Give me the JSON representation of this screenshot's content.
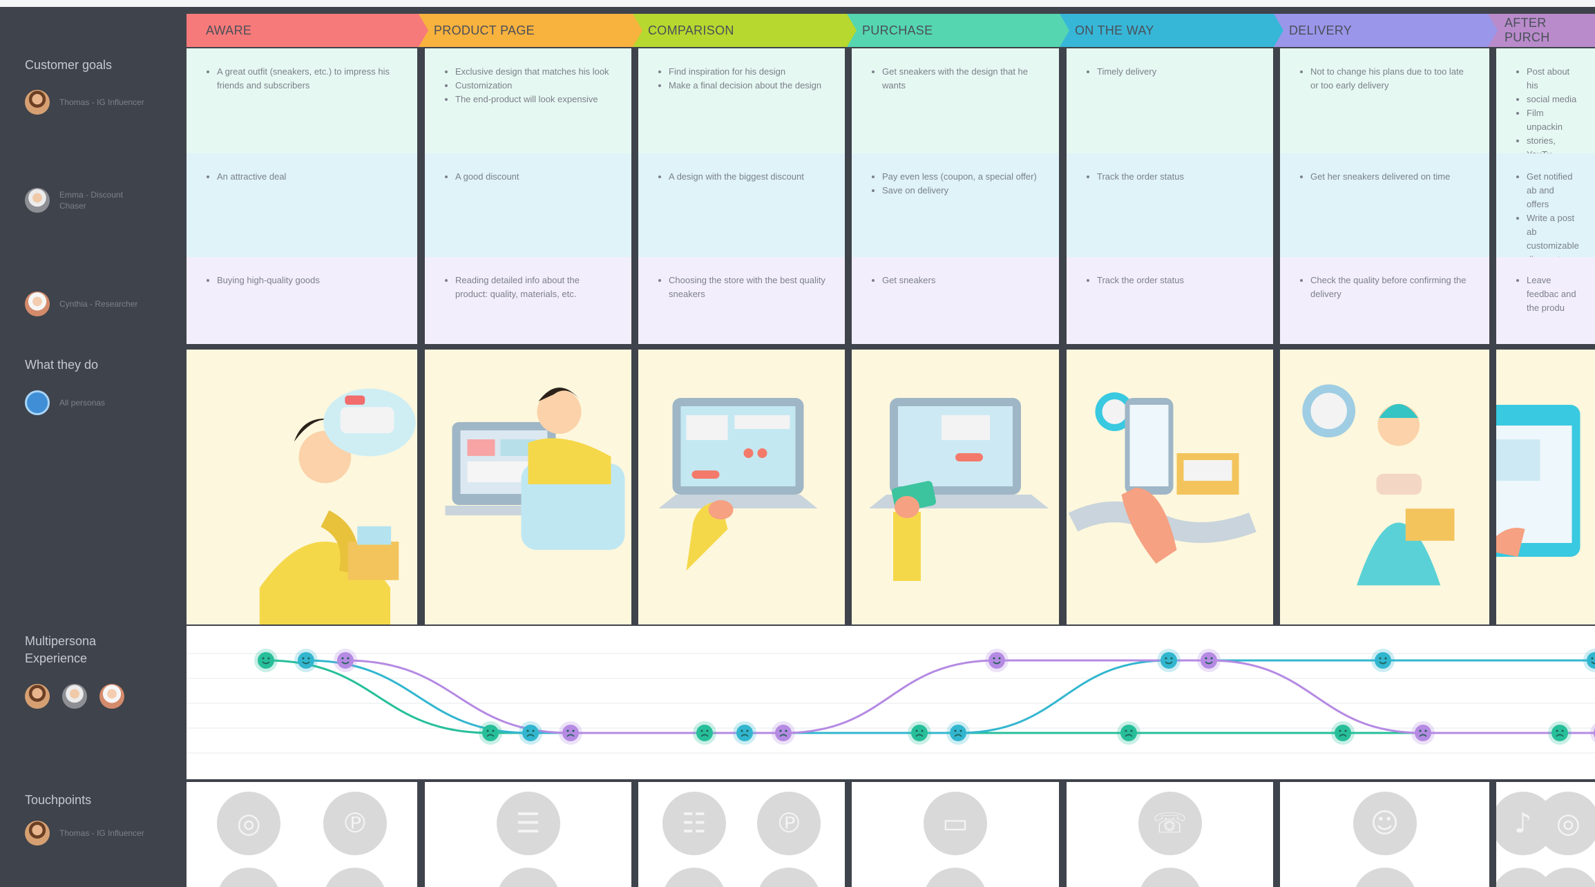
{
  "stages": [
    {
      "label": "AWARE",
      "color": "#f77a7a"
    },
    {
      "label": "PRODUCT PAGE",
      "color": "#f8b23e"
    },
    {
      "label": "COMPARISON",
      "color": "#b7d82e"
    },
    {
      "label": "PURCHASE",
      "color": "#55d6b0"
    },
    {
      "label": "ON THE WAY",
      "color": "#37b7d8"
    },
    {
      "label": "DELIVERY",
      "color": "#9a96ea"
    },
    {
      "label": "AFTER PURCH",
      "color": "#b98bcb"
    }
  ],
  "sidebar": {
    "customer_goals": "Customer goals",
    "what_they_do": "What they do",
    "multipersona": "Multipersona Experience",
    "touchpoints": "Touchpoints",
    "personas": [
      {
        "name": "Thomas - IG Influencer"
      },
      {
        "name": "Emma - Discount Chaser"
      },
      {
        "name": "Cynthia - Researcher"
      },
      {
        "name": "All personas"
      }
    ],
    "touchpoint_persona": "Thomas - IG Influencer"
  },
  "rows": {
    "thomas": [
      [
        "A great outfit (sneakers, etc.) to impress his friends and subscribers"
      ],
      [
        "Exclusive design that matches his look",
        "Customization",
        "The end-product will look expensive"
      ],
      [
        "Find inspiration for his design",
        "Make a final decision about the design"
      ],
      [
        "Get sneakers with the design that he wants"
      ],
      [
        "Timely delivery"
      ],
      [
        "Not to change his plans due to too late or too early delivery"
      ],
      [
        "Post about his",
        "social media",
        "Film unpackin",
        "stories, YouTu"
      ]
    ],
    "emma": [
      [
        "An attractive deal"
      ],
      [
        "A good discount"
      ],
      [
        "A design with the biggest discount"
      ],
      [
        "Pay even less (coupon, a special offer)",
        "Save on delivery"
      ],
      [
        "Track the order status"
      ],
      [
        "Get her sneakers delivered on time"
      ],
      [
        "Get notified ab and offers",
        "Write a post ab customizable discount"
      ]
    ],
    "cynthia": [
      [
        "Buying high-quality goods"
      ],
      [
        "Reading detailed info about the product: quality, materials, etc."
      ],
      [
        "Choosing the store with the best quality sneakers"
      ],
      [
        "Get sneakers"
      ],
      [
        "Track the order status"
      ],
      [
        "Check the quality before confirming the delivery"
      ],
      [
        "Leave feedbac and the produ"
      ]
    ]
  },
  "chart_data": {
    "type": "line",
    "title": "",
    "categories": [
      "AWARE",
      "PRODUCT PAGE",
      "COMPARISON",
      "PURCHASE",
      "ON THE WAY",
      "DELIVERY",
      "AFTER PURCH"
    ],
    "levels": [
      "negative",
      "positive"
    ],
    "series": [
      {
        "persona": "Thomas - IG Influencer",
        "color": "#27bf9a",
        "values": [
          1,
          0,
          0,
          0,
          0,
          0,
          0
        ]
      },
      {
        "persona": "Emma - Discount Chaser",
        "color": "#32b6cf",
        "values": [
          1,
          0,
          0,
          0,
          1,
          1,
          1
        ]
      },
      {
        "persona": "Cynthia - Researcher",
        "color": "#b58ae3",
        "values": [
          1,
          0,
          0,
          1,
          1,
          0,
          0
        ]
      }
    ]
  },
  "touchpoint_icons": [
    [
      "instagram-icon",
      "pinterest-icon"
    ],
    [
      "product-page-icon"
    ],
    [
      "catalog-icon",
      "pinterest-icon"
    ],
    [
      "payment-icon"
    ],
    [
      "phone-icon"
    ],
    [
      "courier-icon"
    ],
    [
      "tiktok-icon",
      "instagram-icon"
    ]
  ]
}
